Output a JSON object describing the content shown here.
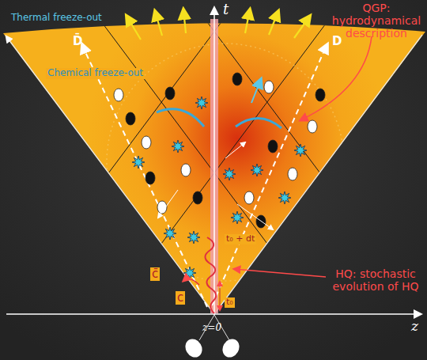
{
  "diagram": {
    "labels": [
      "QGP: hydrodynamical description",
      "Thermal freeze-out",
      "D̄",
      "t",
      "D",
      "Chemical freeze-out",
      "c̄",
      "c",
      "t₀ + dt",
      "HQ: stochastic evolution of HQ",
      "t₀",
      "z",
      "z=0"
    ]
  }
}
